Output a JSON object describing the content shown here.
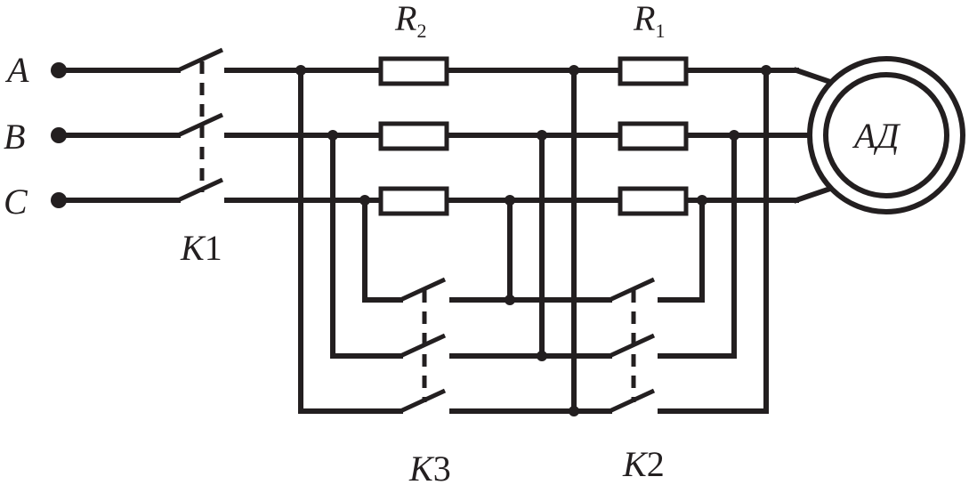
{
  "phases": [
    {
      "label": "A"
    },
    {
      "label": "B"
    },
    {
      "label": "C"
    }
  ],
  "resistors": {
    "r2": {
      "letter": "R",
      "subscript": "2"
    },
    "r1": {
      "letter": "R",
      "subscript": "1"
    }
  },
  "contactors": {
    "k1": {
      "letter": "K",
      "number": "1"
    },
    "k3": {
      "letter": "K",
      "number": "3"
    },
    "k2": {
      "letter": "K",
      "number": "2"
    }
  },
  "motor": {
    "label": "АД"
  }
}
